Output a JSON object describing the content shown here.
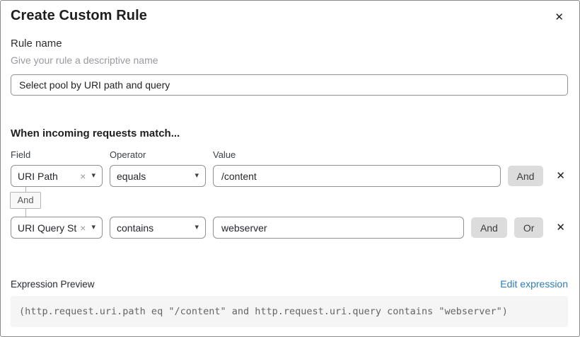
{
  "dialog": {
    "title": "Create Custom Rule"
  },
  "icons": {
    "close": "✕",
    "remove": "✕",
    "clear": "×",
    "caret": "▾"
  },
  "rule_name": {
    "label": "Rule name",
    "helper": "Give your rule a descriptive name",
    "value": "Select pool by URI path and query"
  },
  "match": {
    "heading": "When incoming requests match...",
    "columns": {
      "field": "Field",
      "operator": "Operator",
      "value": "Value"
    },
    "connector": "And",
    "rows": [
      {
        "field": "URI Path",
        "operator": "equals",
        "value": "/content",
        "and": "And"
      },
      {
        "field": "URI Query St...",
        "operator": "contains",
        "value": "webserver",
        "and": "And",
        "or": "Or"
      }
    ]
  },
  "expression": {
    "label": "Expression Preview",
    "edit_link": "Edit expression",
    "code": "(http.request.uri.path eq \"/content\" and http.request.uri.query contains \"webserver\")"
  },
  "colors": {
    "link_blue": "#2c7cb8",
    "button_gray": "#dcdcdc",
    "code_background": "#f5f5f5",
    "input_border": "#919191"
  }
}
